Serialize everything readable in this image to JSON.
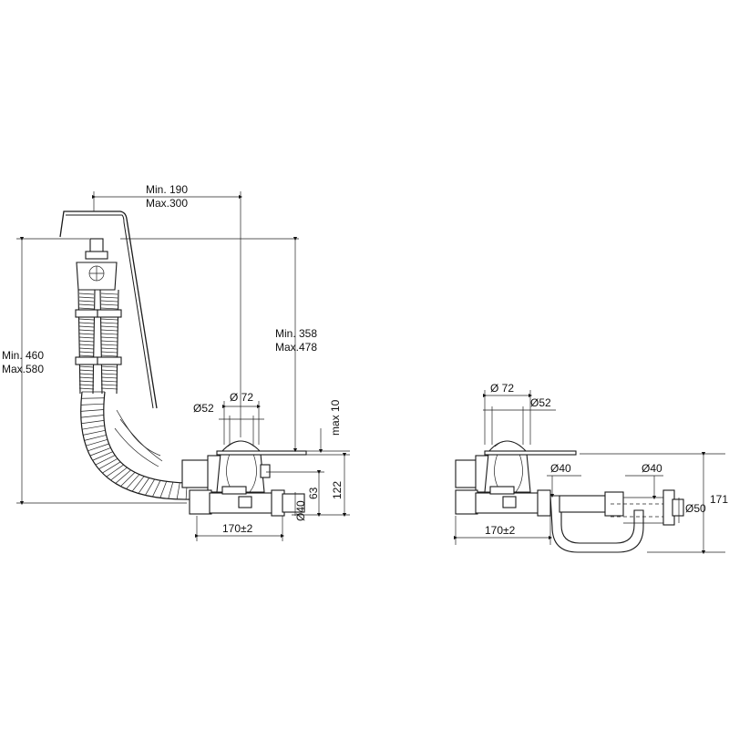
{
  "diagram": {
    "left_view": {
      "dim_reach": {
        "line1": "Min. 190",
        "line2": "Max.300"
      },
      "dim_height": {
        "line1": "Min. 460",
        "line2": "Max.580"
      },
      "dim_overflow": {
        "line1": "Min. 358",
        "line2": "Max.478"
      },
      "dim_outer_diameter": "Ø 72",
      "dim_inner_diameter": "Ø52",
      "dim_max_thickness": "max 10",
      "dim_63": "63",
      "dim_122": "122",
      "dim_pipe_diameter": "Ø40",
      "dim_width": "170±2"
    },
    "right_view": {
      "dim_outer_diameter": "Ø 72",
      "dim_inner_diameter": "Ø52",
      "dim_pipe_left": "Ø40",
      "dim_pipe_right": "Ø40",
      "dim_outlet": "Ø50",
      "dim_total_height": "171",
      "dim_width": "170±2"
    }
  }
}
